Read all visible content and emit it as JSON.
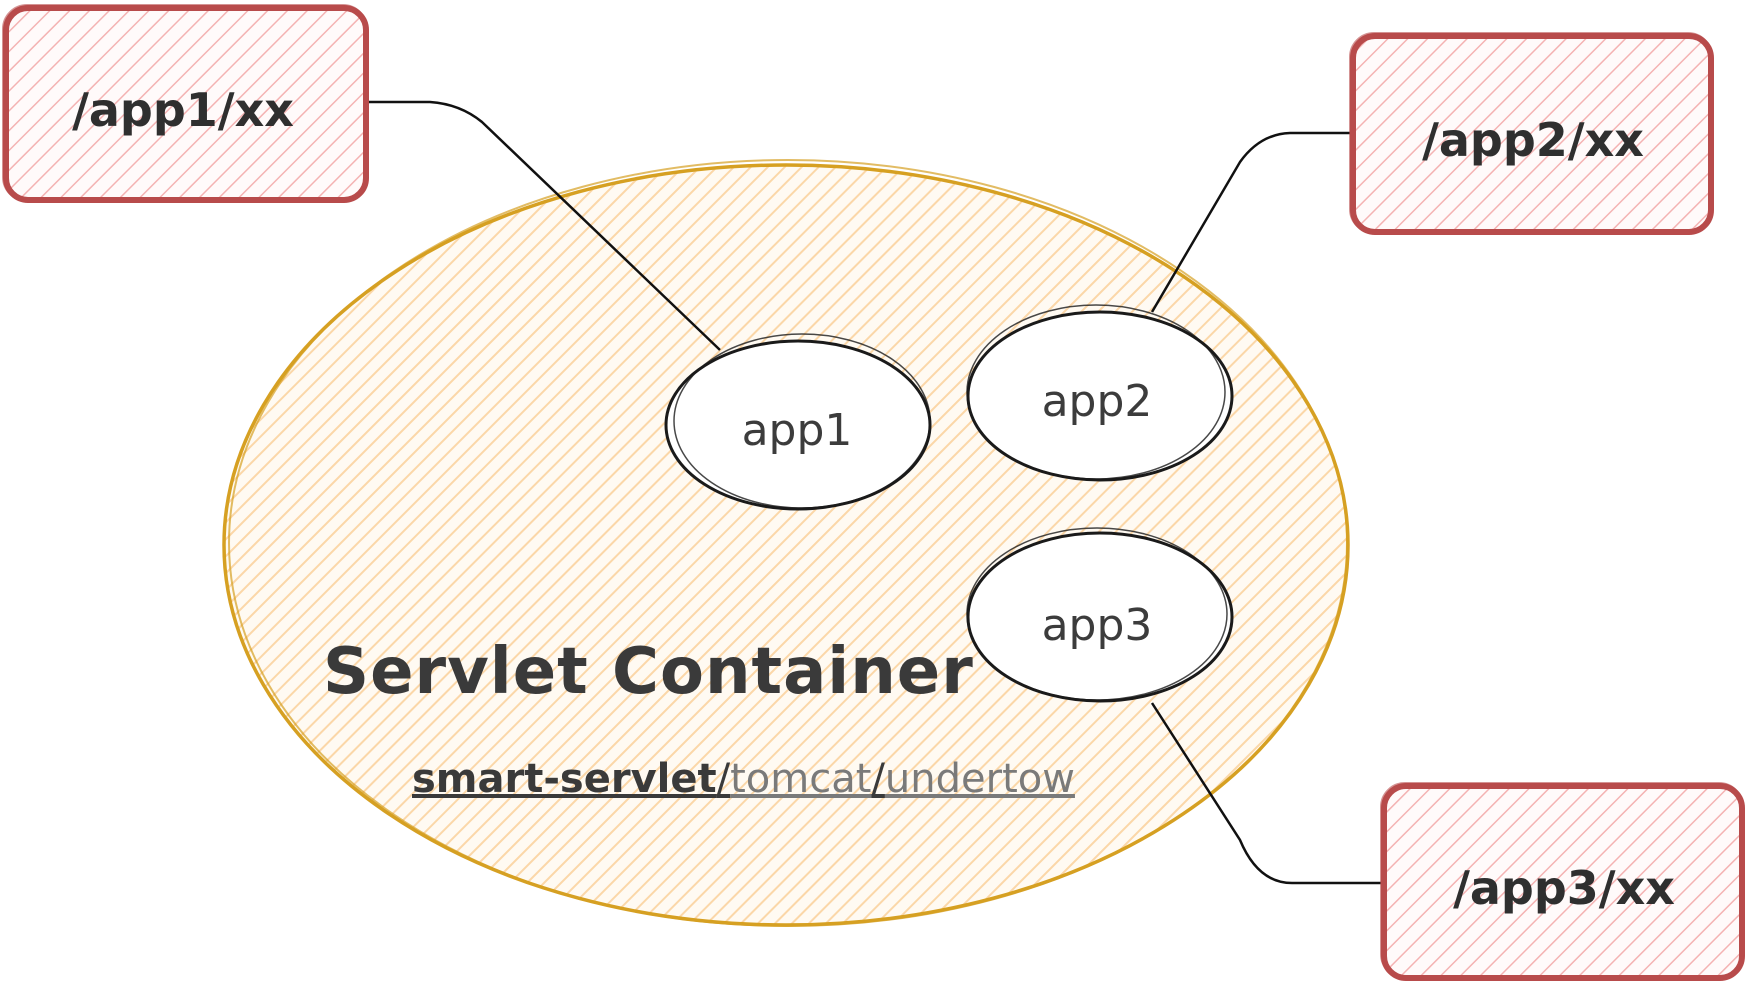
{
  "colors": {
    "container_stroke": "#d6a022",
    "container_fill": "#fbd7a8",
    "route_stroke": "#b84b4b",
    "route_fill": "#f4b3b3",
    "app_stroke": "#1a1a1a",
    "connector": "#111111",
    "text_dark": "#3a3a3a",
    "text_grey": "#7a7a7a"
  },
  "routes": [
    {
      "id": "app1",
      "label": "/app1/xx"
    },
    {
      "id": "app2",
      "label": "/app2/xx"
    },
    {
      "id": "app3",
      "label": "/app3/xx"
    }
  ],
  "apps": [
    {
      "id": "app1",
      "label": "app1"
    },
    {
      "id": "app2",
      "label": "app2"
    },
    {
      "id": "app3",
      "label": "app3"
    }
  ],
  "container": {
    "title": "Servlet Container",
    "impls": [
      {
        "label": "smart-servlet",
        "emphasis": "bold"
      },
      {
        "label": "/",
        "emphasis": "sep"
      },
      {
        "label": "tomcat",
        "emphasis": "grey"
      },
      {
        "label": "/",
        "emphasis": "sep"
      },
      {
        "label": "undertow",
        "emphasis": "grey"
      }
    ]
  },
  "connections": [
    {
      "from": "app1",
      "to": "app1"
    },
    {
      "from": "app2",
      "to": "app2"
    },
    {
      "from": "app3",
      "to": "app3"
    }
  ]
}
